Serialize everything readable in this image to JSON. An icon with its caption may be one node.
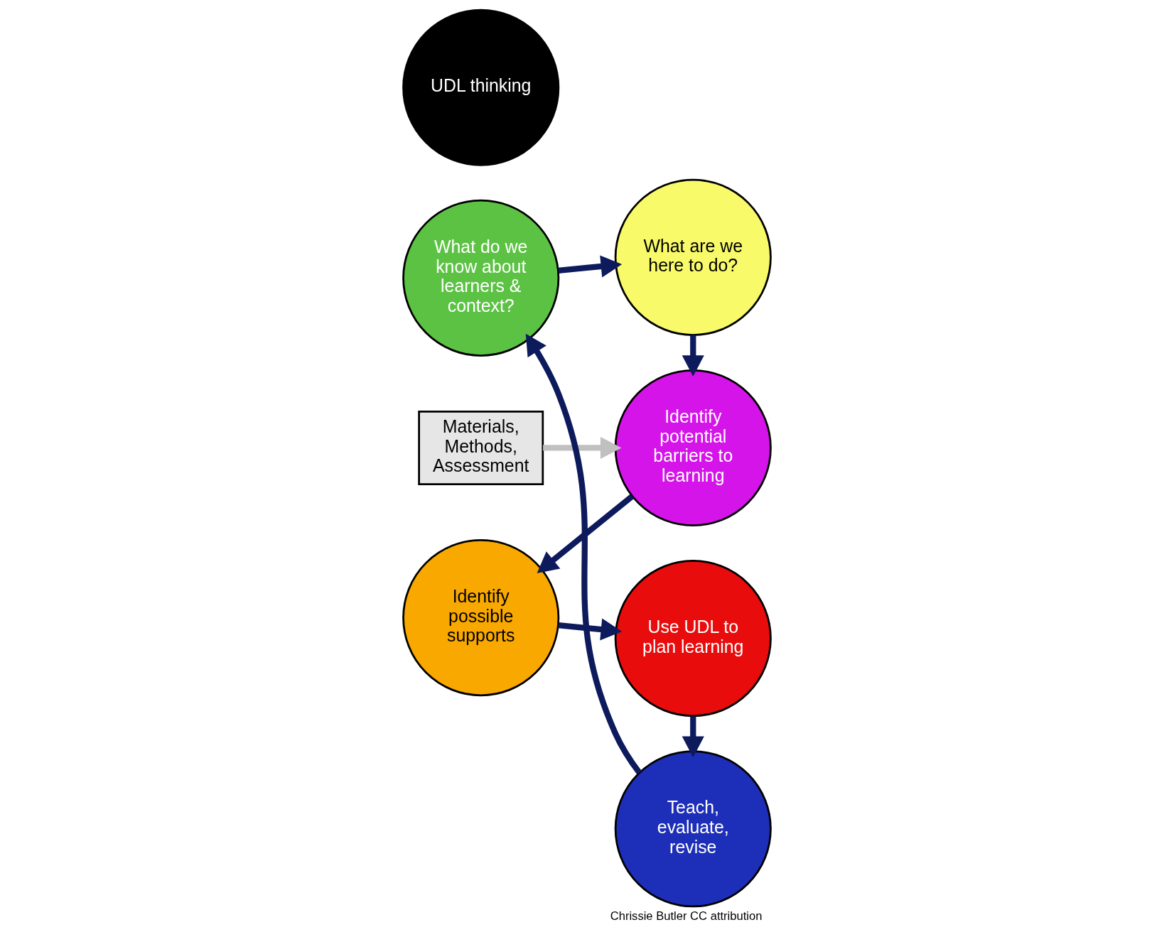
{
  "diagram": {
    "caption": "Chrissie Butler CC attribution",
    "nodes": [
      {
        "text": [
          "What do we know about learners & context?"
        ]
      },
      {
        "text": [
          "What are we here to do?"
        ]
      },
      {
        "text": [
          "Identify potential barriers to learning"
        ]
      },
      {
        "text": [
          "Materials, Methods, Assessment"
        ]
      },
      {
        "text": [
          "Identify possible supports"
        ]
      },
      {
        "text": [
          "Use UDL to plan learning"
        ]
      },
      {
        "text": [
          "Teach, evaluate, revise"
        ]
      },
      {
        "text": [
          "UDL thinking"
        ]
      }
    ],
    "edges": [
      {
        "from": 0,
        "to": 1,
        "arrow": "to"
      },
      {
        "from": 1,
        "to": 2,
        "arrow": "to"
      },
      {
        "from": 3,
        "to": 2,
        "arrow": "to",
        "color": "#c0c0c0"
      },
      {
        "from": 2,
        "to": 4,
        "arrow": "to"
      },
      {
        "from": 4,
        "to": 5,
        "arrow": "to"
      },
      {
        "from": 5,
        "to": 6,
        "arrow": "to"
      },
      {
        "from": 6,
        "to": 0,
        "arrow": "to"
      }
    ]
  }
}
